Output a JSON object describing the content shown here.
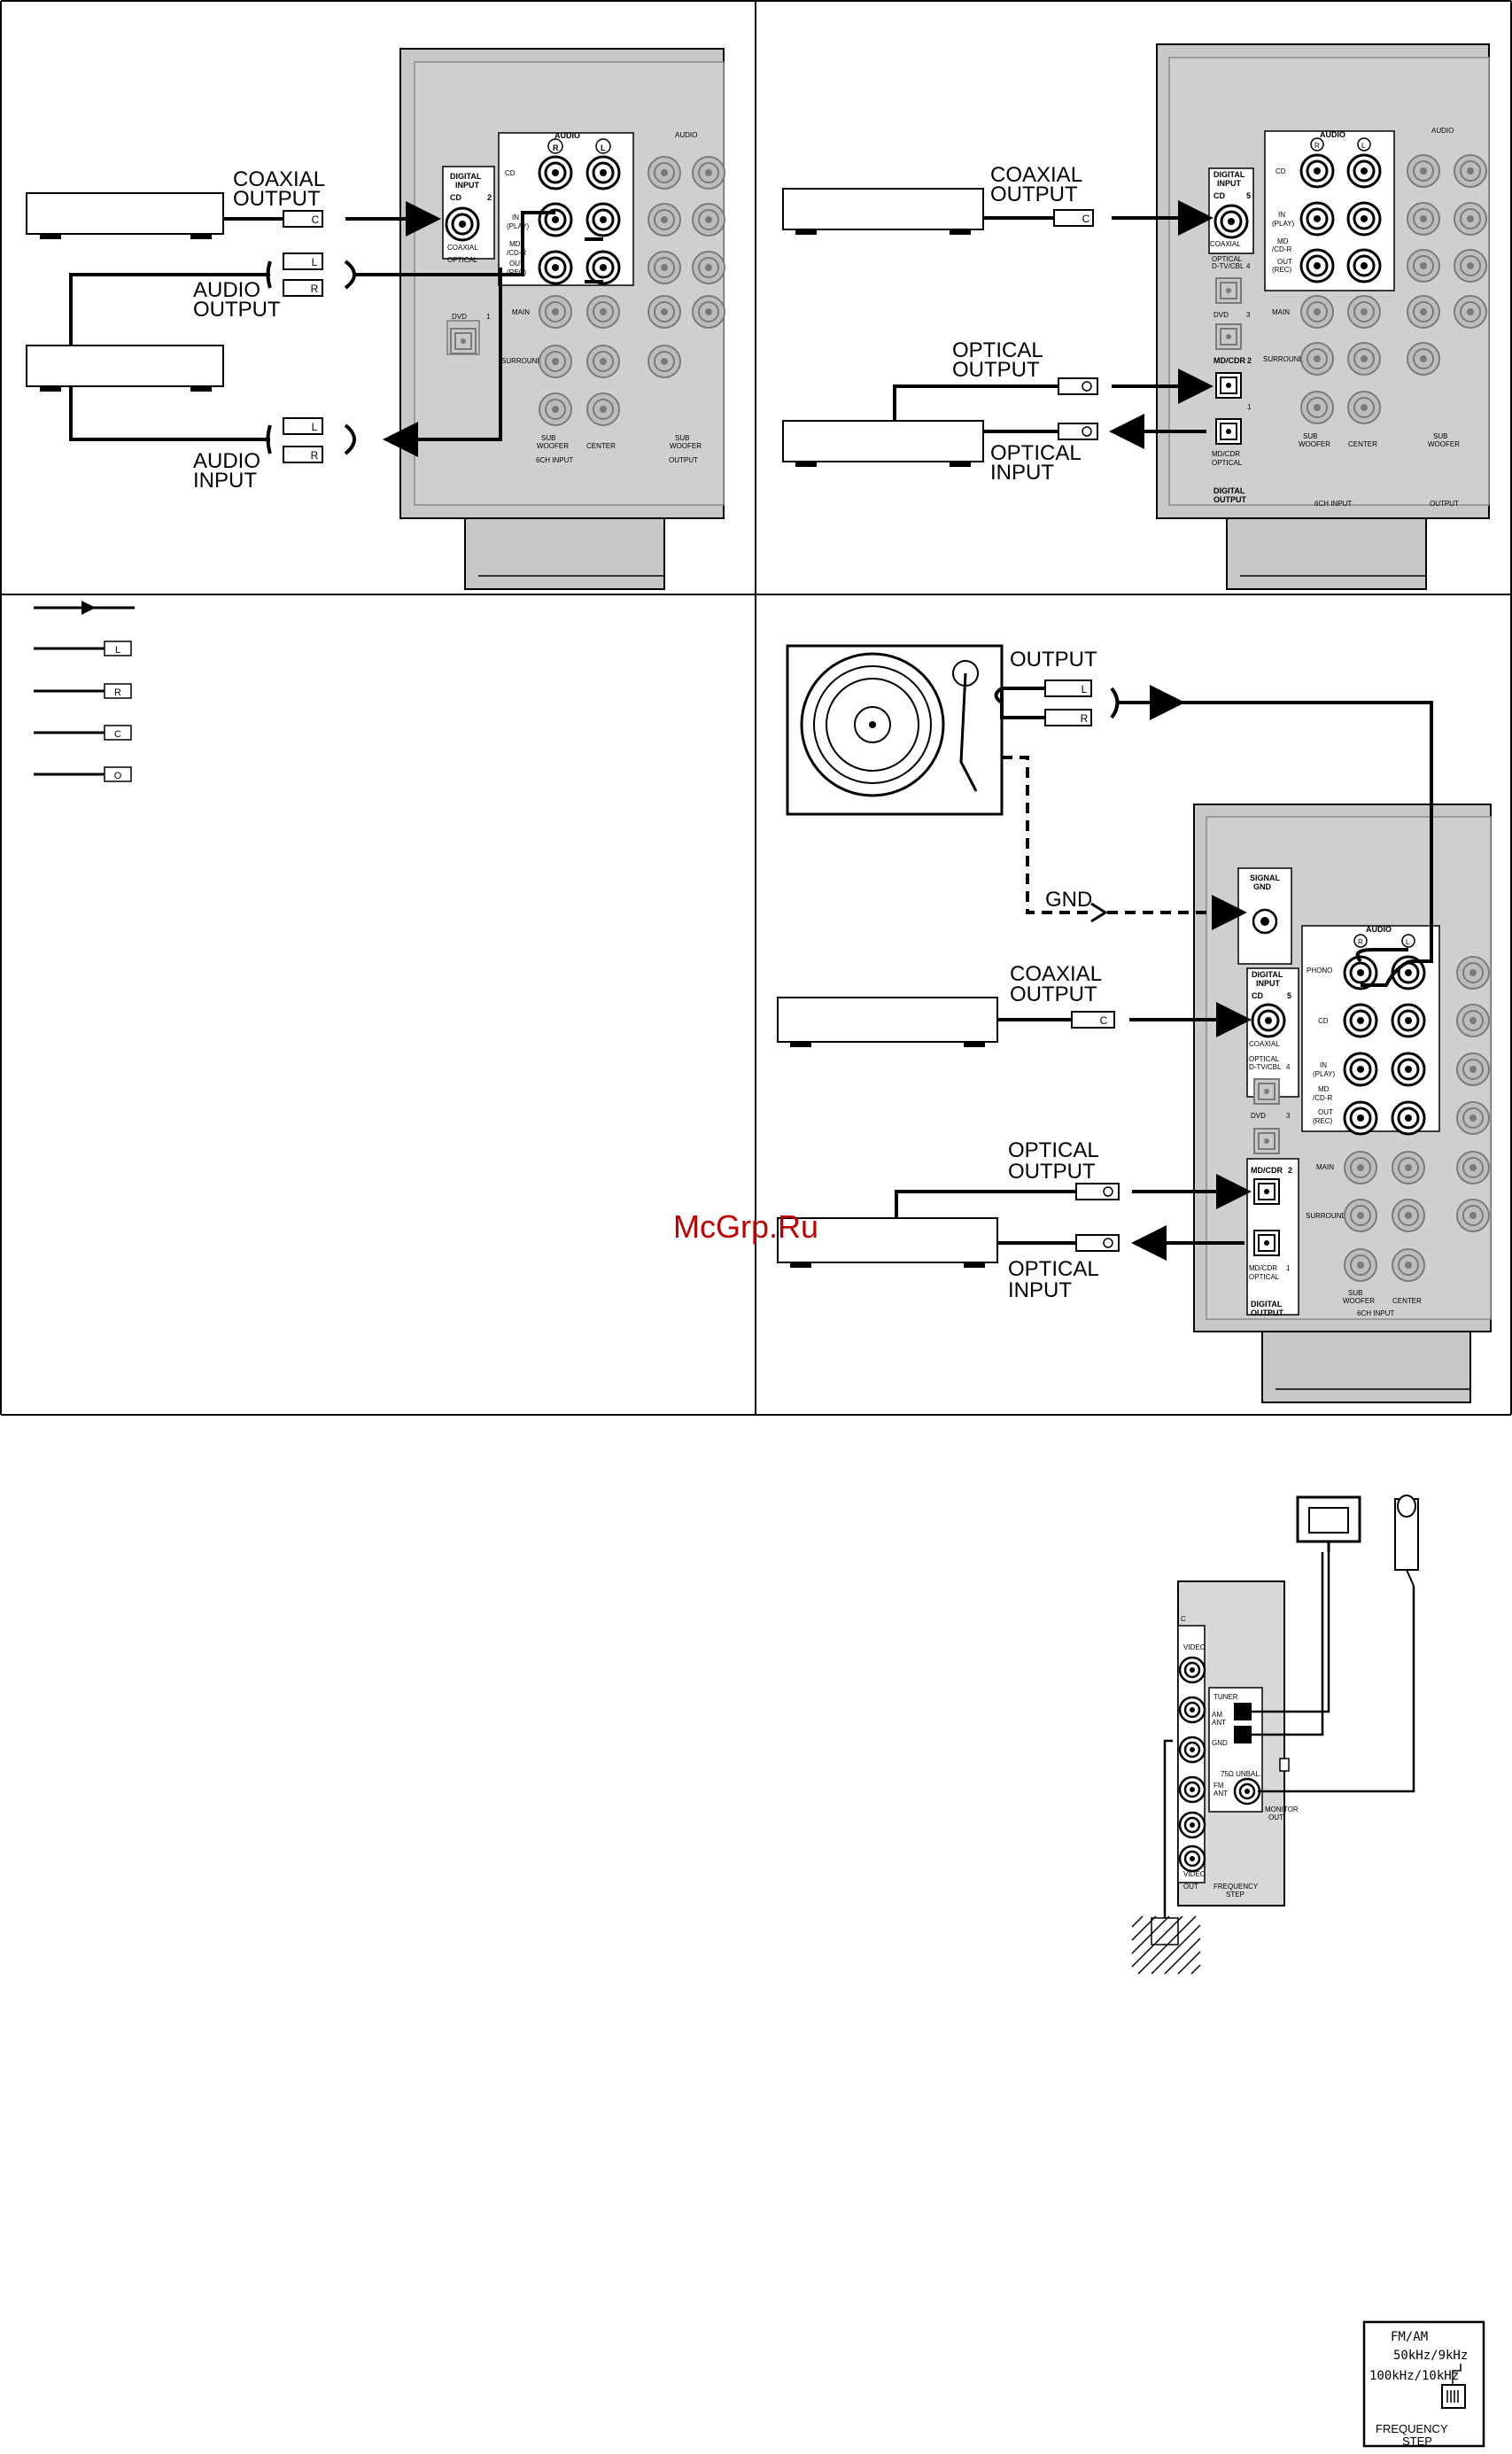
{
  "panel1": {
    "coaxial_output": [
      "COAXIAL",
      "OUTPUT"
    ],
    "audio_output": [
      "AUDIO",
      "OUTPUT"
    ],
    "audio_input": [
      "AUDIO",
      "INPUT"
    ],
    "plug_l": "L",
    "plug_r": "R",
    "plug_c": "C",
    "rear": {
      "audio": "AUDIO",
      "digital_input": [
        "DIGITAL",
        "INPUT"
      ],
      "cd": "CD",
      "num2": "2",
      "coaxial": "COAXIAL",
      "optical": "OPTICAL",
      "in_play": [
        "IN",
        "(PLAY)"
      ],
      "md_cdr": [
        "MD",
        "/CD-R"
      ],
      "out_rec": [
        "OUT",
        "(REC)"
      ],
      "dvd": "DVD",
      "num1": "1",
      "main": "MAIN",
      "surround": "SURROUND",
      "sub_woofer": [
        "SUB",
        "WOOFER"
      ],
      "center": "CENTER",
      "sch_input": "6CH INPUT",
      "output": "OUTPUT",
      "r": "R",
      "l": "L"
    }
  },
  "panel2": {
    "coaxial_output": [
      "COAXIAL",
      "OUTPUT"
    ],
    "optical_output": [
      "OPTICAL",
      "OUTPUT"
    ],
    "optical_input": [
      "OPTICAL",
      "INPUT"
    ],
    "plug_c": "C",
    "rear": {
      "audio": "AUDIO",
      "digital_input": [
        "DIGITAL",
        "INPUT"
      ],
      "cd": "CD",
      "num5": "5",
      "coaxial": "COAXIAL",
      "optical_dtv": [
        "OPTICAL",
        "D-TV/CBL"
      ],
      "num4": "4",
      "dvd": "DVD",
      "num3": "3",
      "md_cdr": "MD/CDR",
      "num2": "2",
      "num1": "1",
      "md_cdr_optical": [
        "MD/CDR",
        "OPTICAL"
      ],
      "digital_output": [
        "DIGITAL",
        "OUTPUT"
      ],
      "in_play": [
        "IN",
        "(PLAY)"
      ],
      "md_cdr2": [
        "MD",
        "/CD-R"
      ],
      "out_rec": [
        "OUT",
        "(REC)"
      ],
      "main": "MAIN",
      "surround": "SURROUND",
      "sub_woofer": [
        "SUB",
        "WOOFER"
      ],
      "center": "CENTER",
      "sch_input": "6CH INPUT",
      "output": "OUTPUT",
      "r": "R",
      "l": "L"
    }
  },
  "legend": {
    "plug_l": "L",
    "plug_r": "R",
    "plug_c": "C",
    "plug_o": "O"
  },
  "panel4": {
    "output": "OUTPUT",
    "gnd": "GND",
    "coaxial_output": [
      "COAXIAL",
      "OUTPUT"
    ],
    "optical_output": [
      "OPTICAL",
      "OUTPUT"
    ],
    "optical_input": [
      "OPTICAL",
      "INPUT"
    ],
    "plug_l": "L",
    "plug_r": "R",
    "plug_c": "C",
    "rear": {
      "signal_gnd": [
        "SIGNAL",
        "GND"
      ],
      "audio": "AUDIO",
      "phono": "PHONO",
      "cd": "CD",
      "in_play": [
        "IN",
        "(PLAY)"
      ],
      "md_cdr": [
        "MD",
        "/CD-R"
      ],
      "out_rec": [
        "OUT",
        "(REC)"
      ],
      "digital_input": [
        "DIGITAL",
        "INPUT"
      ],
      "cd2": "CD",
      "num5": "5",
      "coaxial": "COAXIAL",
      "optical_dtv": [
        "OPTICAL",
        "D-TV/CBL"
      ],
      "num4": "4",
      "dvd": "DVD",
      "num3": "3",
      "md_cdr_btn": "MD/CDR",
      "num2": "2",
      "md_cdr_optical": [
        "MD/CDR",
        "OPTICAL"
      ],
      "num1": "1",
      "digital_output": [
        "DIGITAL",
        "OUTPUT"
      ],
      "main": "MAIN",
      "surround": "SURROUND",
      "sub_woofer": [
        "SUB",
        "WOOFER"
      ],
      "center": "CENTER",
      "sch_input": "6CH INPUT",
      "r": "R",
      "l": "L"
    }
  },
  "antenna": {
    "video": "VIDEO",
    "tuner": "TUNER",
    "am_ant": [
      "AM",
      "ANT"
    ],
    "gnd": "GND",
    "ohm75": "75Ω UNBAL.",
    "fm_ant": [
      "FM",
      "ANT"
    ],
    "frequency_step": [
      "FREQUENCY",
      "STEP"
    ],
    "video2": "VIDEO",
    "out": "OUT",
    "monitor_out": [
      "MONITOR",
      "OUT"
    ],
    "c": "C"
  },
  "freq_box": {
    "title": "FM/AM",
    "opt1": "50kHz/9kHz",
    "opt2": "100kHz/10kHz",
    "label": [
      "FREQUENCY",
      "STEP"
    ]
  },
  "watermark": "McGrp.Ru"
}
